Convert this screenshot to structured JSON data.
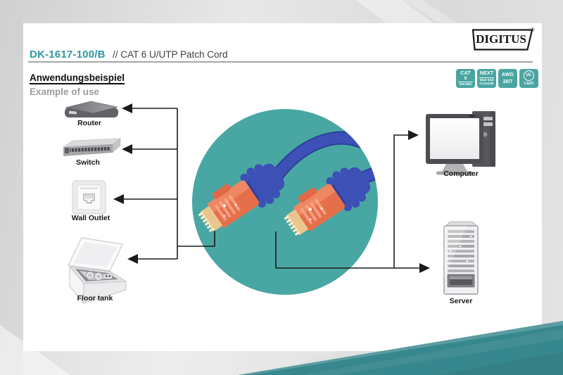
{
  "header": {
    "product_code": "DK-1617-100/B",
    "product_title": "// CAT 6 U/UTP Patch Cord"
  },
  "logo": {
    "brand": "DIGITUS",
    "registered_mark": "®"
  },
  "certification_badges": {
    "cat6": {
      "line1": "CAT",
      "line2": "6",
      "line3": "250 MHz"
    },
    "next": {
      "line1": "NEXT",
      "line2": "Near End",
      "line3": "Crosstalk"
    },
    "awg": {
      "line1": "AWG",
      "line2": "26/7"
    },
    "ul": {
      "symbol": "UL",
      "label": "LSZH"
    }
  },
  "section": {
    "title_de": "Anwendungsbeispiel",
    "title_en": "Example of use"
  },
  "devices": {
    "left": [
      {
        "label": "Router"
      },
      {
        "label": "Switch"
      },
      {
        "label": "Wall Outlet"
      },
      {
        "label": "Floor tank"
      }
    ],
    "right": [
      {
        "label": "Computer"
      },
      {
        "label": "Server"
      }
    ]
  },
  "colors": {
    "accent_teal": "#2F97A0",
    "badge_teal": "#4AA5A2",
    "circle_teal": "#49A7A3",
    "corner_teal": "#37878E",
    "cable_blue": "#3C50B6",
    "connector_orange": "#E66F4B",
    "line_black": "#1B1B1B"
  }
}
